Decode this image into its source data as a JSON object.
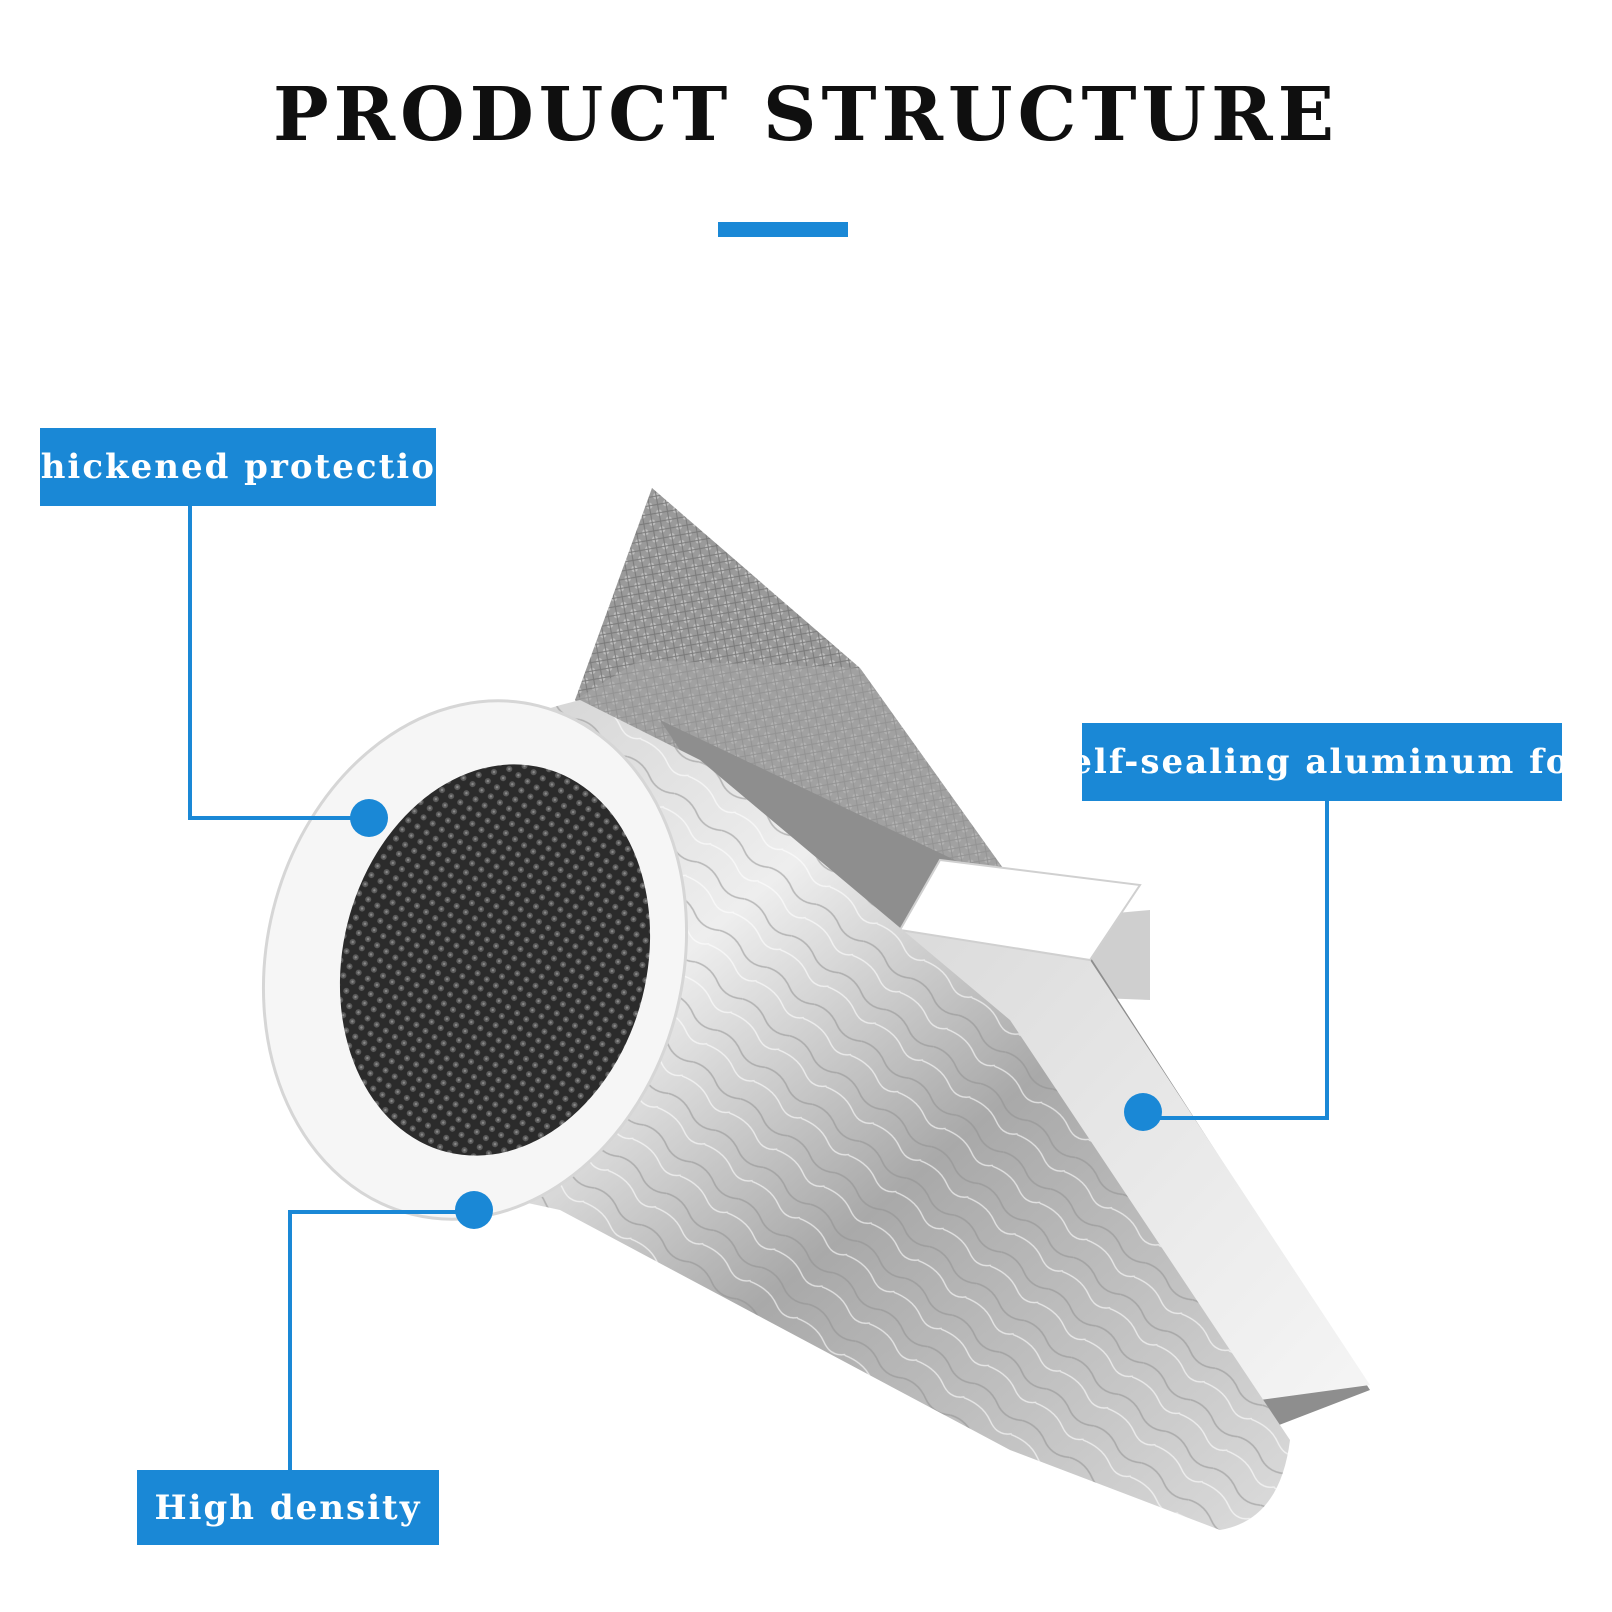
{
  "heading": {
    "title": "PRODUCT STRUCTURE"
  },
  "callouts": {
    "thickened": "Thickened protection",
    "foil": "Self-sealing aluminum foil",
    "density": "High density"
  },
  "colors": {
    "accent": "#1a88d6",
    "title": "#0f0f0f",
    "background": "#ffffff"
  }
}
